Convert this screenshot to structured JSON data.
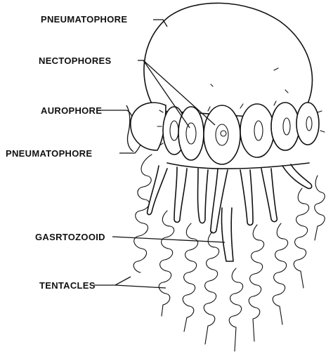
{
  "labels": {
    "pneumatophore_top": "PNEUMATOPHORE",
    "nectophores": "NECTOPHORES",
    "aurophore": "AUROPHORE",
    "pneumatophore_mid": "PNEUMATOPHORE",
    "gastrozooid": "GASRTOZOOID",
    "tentacles": "TENTACLES"
  },
  "colors": {
    "ink": "#111111",
    "background": "#ffffff"
  }
}
